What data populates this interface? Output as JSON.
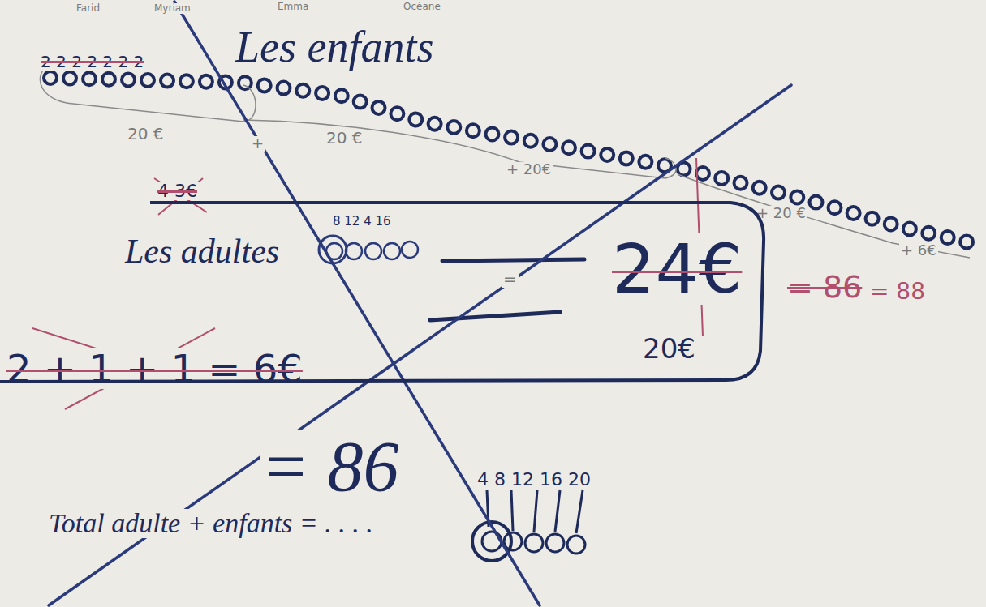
{
  "diagram": {
    "nodes": [
      {
        "text": [
          "Les adultes",
          "24€",
          "20€"
        ]
      }
    ],
    "labels": [
      "Farid",
      "Myriam",
      "Emma",
      "Océane",
      "Les enfants",
      "2 2 2 2 2 2 2",
      "20 €",
      "+",
      "20 €",
      "+ 20€",
      "+ 20 €",
      "+ 6€",
      "4 3€",
      "8 12 4 16",
      "=",
      "= 86",
      "= 88",
      "2 + 1 + 1 = 6€",
      "= 86",
      "4 8 12 16 20",
      "Total adulte + enfants = . . . ."
    ]
  }
}
